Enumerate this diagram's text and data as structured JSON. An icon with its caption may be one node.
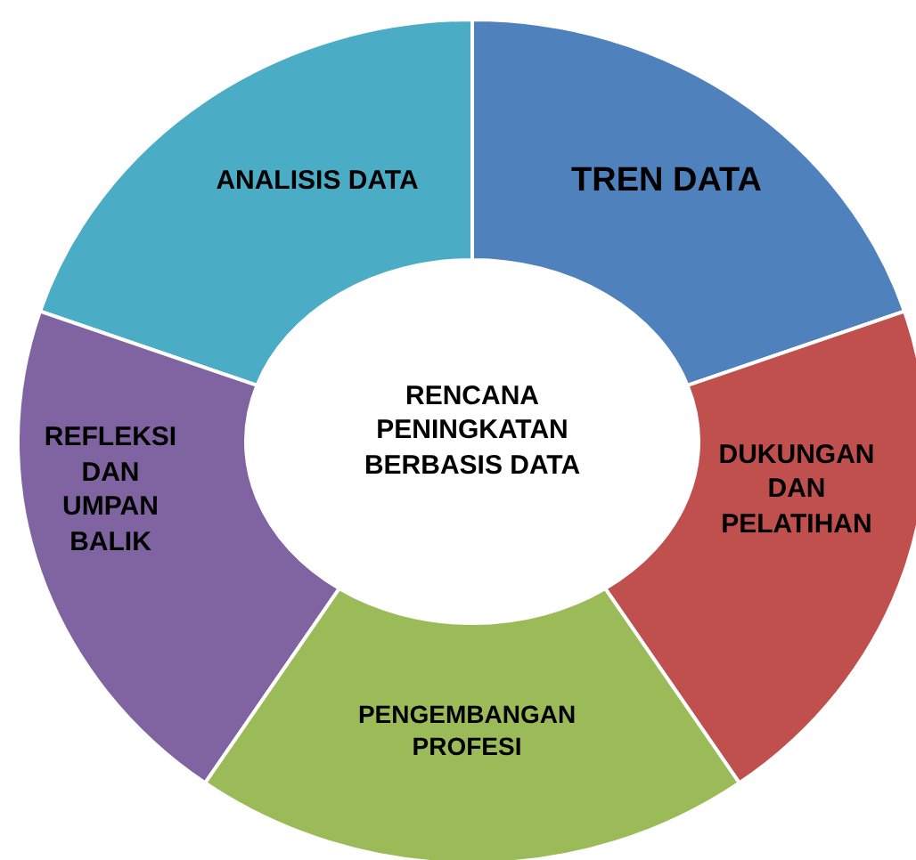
{
  "diagram": {
    "nodes": [
      {
        "text": [
          "ANALISIS DATA"
        ]
      },
      {
        "text": [
          "TREN DATA"
        ]
      },
      {
        "text": [
          "RENCANA PENINGKATAN BERBASIS DATA"
        ]
      },
      {
        "text": [
          "REFLEKSI DAN UMPAN BALIK"
        ]
      },
      {
        "text": [
          "DUKUNGAN DAN PELATIHAN"
        ]
      },
      {
        "text": [
          "PENGEMBANGAN PROFESI"
        ]
      }
    ]
  }
}
